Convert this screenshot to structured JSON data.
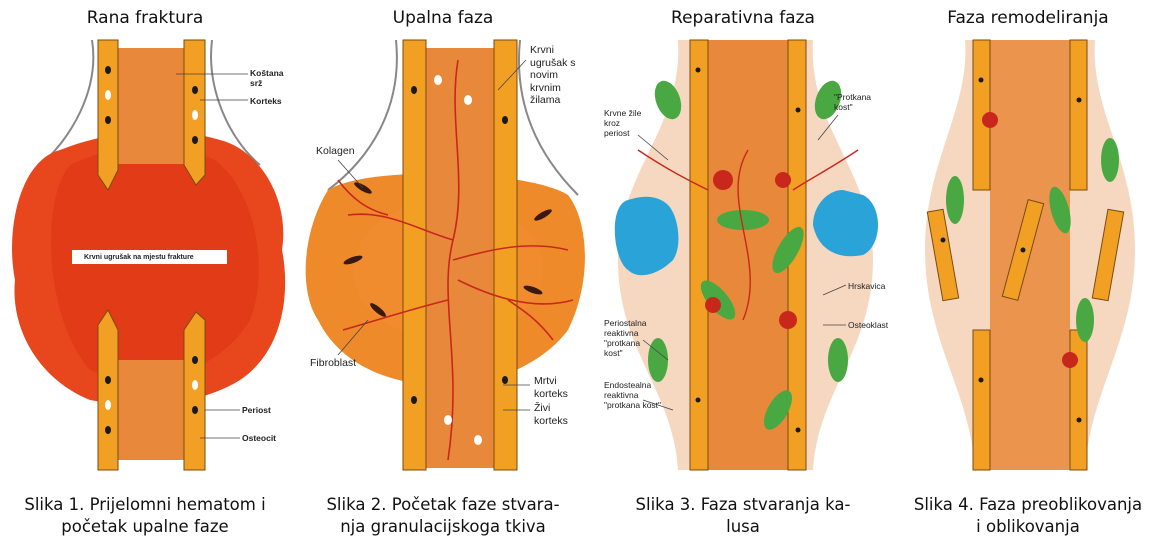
{
  "panels": [
    {
      "title": "Rana fraktura",
      "caption_line1": "Slika 1. Prijelomni hematom i",
      "caption_line2": "početak upalne faze",
      "labels": {
        "kostana_srz": "Koštana\nsrž",
        "korteks": "Korteks",
        "krvni_ugrusak": "Krvni ugrušak na mjestu frakture",
        "periost": "Periost",
        "osteocit": "Osteocit"
      }
    },
    {
      "title": "Upalna faza",
      "caption_line1": "Slika 2. Početak faze stvara-",
      "caption_line2": "nja granulacijskoga tkiva",
      "labels": {
        "krvni_ugrusak_zilama": "Krvni\nugrušak s\nnovim\nkrvnim\nžilama",
        "kolagen": "Kolagen",
        "fibroblast": "Fibroblast",
        "mrtvi_korteks": "Mrtvi\nkorteks",
        "zivi_korteks": "Živi\nkorteks"
      }
    },
    {
      "title": "Reparativna faza",
      "caption_line1": "Slika 3. Faza stvaranja ka-",
      "caption_line2": "lusa",
      "labels": {
        "krvne_zile": "Krvne žile\nkroz\nperiost",
        "protkana_kost": "\"Protkana\nkost\"",
        "hrskavica": "Hrskavica",
        "osteoklast": "Osteoklast",
        "periostalna": "Periostalna\nreaktivna\n\"protkana\nkost\"",
        "endostealna": "Endostealna\nreaktivna\n\"protkana kost\""
      }
    },
    {
      "title": "Faza remodeliranja",
      "caption_line1": "Slika 4. Faza preoblikovanja",
      "caption_line2": "i oblikovanja",
      "labels": {}
    }
  ],
  "colors": {
    "hematoma": "#e8461c",
    "cortex": "#f2a024",
    "marrow": "#e8883a",
    "callus_blue": "#2aa3d8",
    "callus_green": "#4aa842",
    "background_tissue": "#f6d8c0",
    "vessel": "#c8281c"
  }
}
